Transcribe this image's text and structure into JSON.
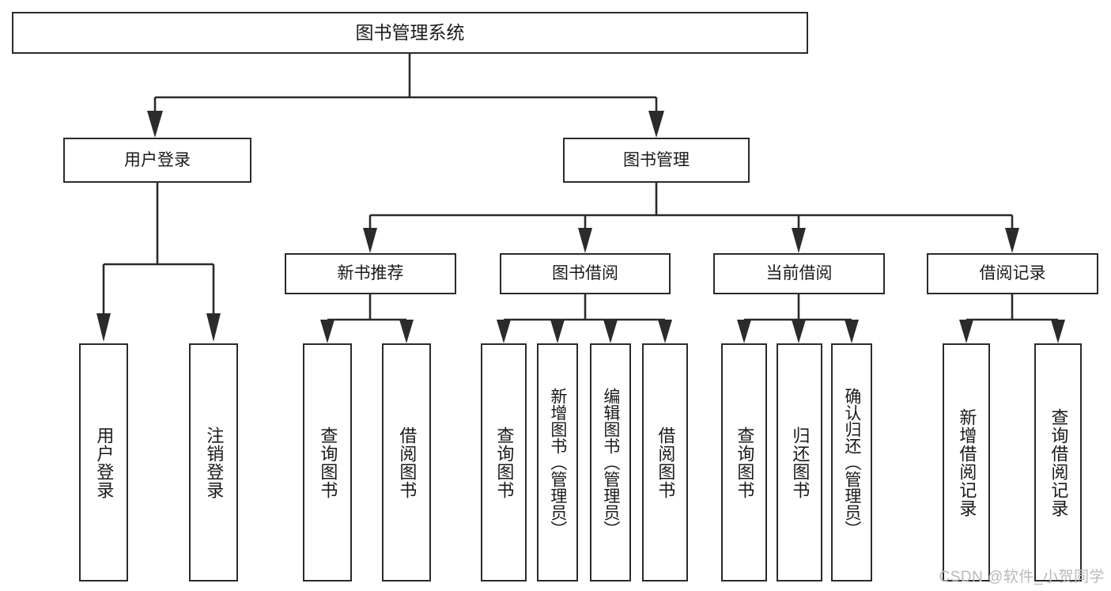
{
  "diagram": {
    "title": "图书管理系统",
    "type": "hierarchy-tree",
    "watermark": "CSDN @软件_小贺同学",
    "colors": {
      "stroke": "#2b2b2b",
      "background": "#ffffff",
      "text": "#1a1a1a",
      "watermark": "#b9b9b9"
    },
    "nodes": {
      "root": {
        "label": "图书管理系统"
      },
      "level2": [
        {
          "label": "用户登录"
        },
        {
          "label": "图书管理"
        }
      ],
      "level3": [
        {
          "label": "新书推荐"
        },
        {
          "label": "图书借阅"
        },
        {
          "label": "当前借阅"
        },
        {
          "label": "借阅记录"
        }
      ],
      "leaves": {
        "user_login": [
          {
            "label": "用户登录"
          },
          {
            "label": "注销登录"
          }
        ],
        "new_book_recommend": [
          {
            "label": "查询图书"
          },
          {
            "label": "借阅图书"
          }
        ],
        "book_borrow": [
          {
            "label": "查询图书"
          },
          {
            "label": "新增图书（管理员）"
          },
          {
            "label": "编辑图书（管理员）"
          },
          {
            "label": "借阅图书"
          }
        ],
        "current_borrow": [
          {
            "label": "查询图书"
          },
          {
            "label": "归还图书"
          },
          {
            "label": "确认归还（管理员）"
          }
        ],
        "borrow_record": [
          {
            "label": "新增借阅记录"
          },
          {
            "label": "查询借阅记录"
          }
        ]
      }
    }
  }
}
